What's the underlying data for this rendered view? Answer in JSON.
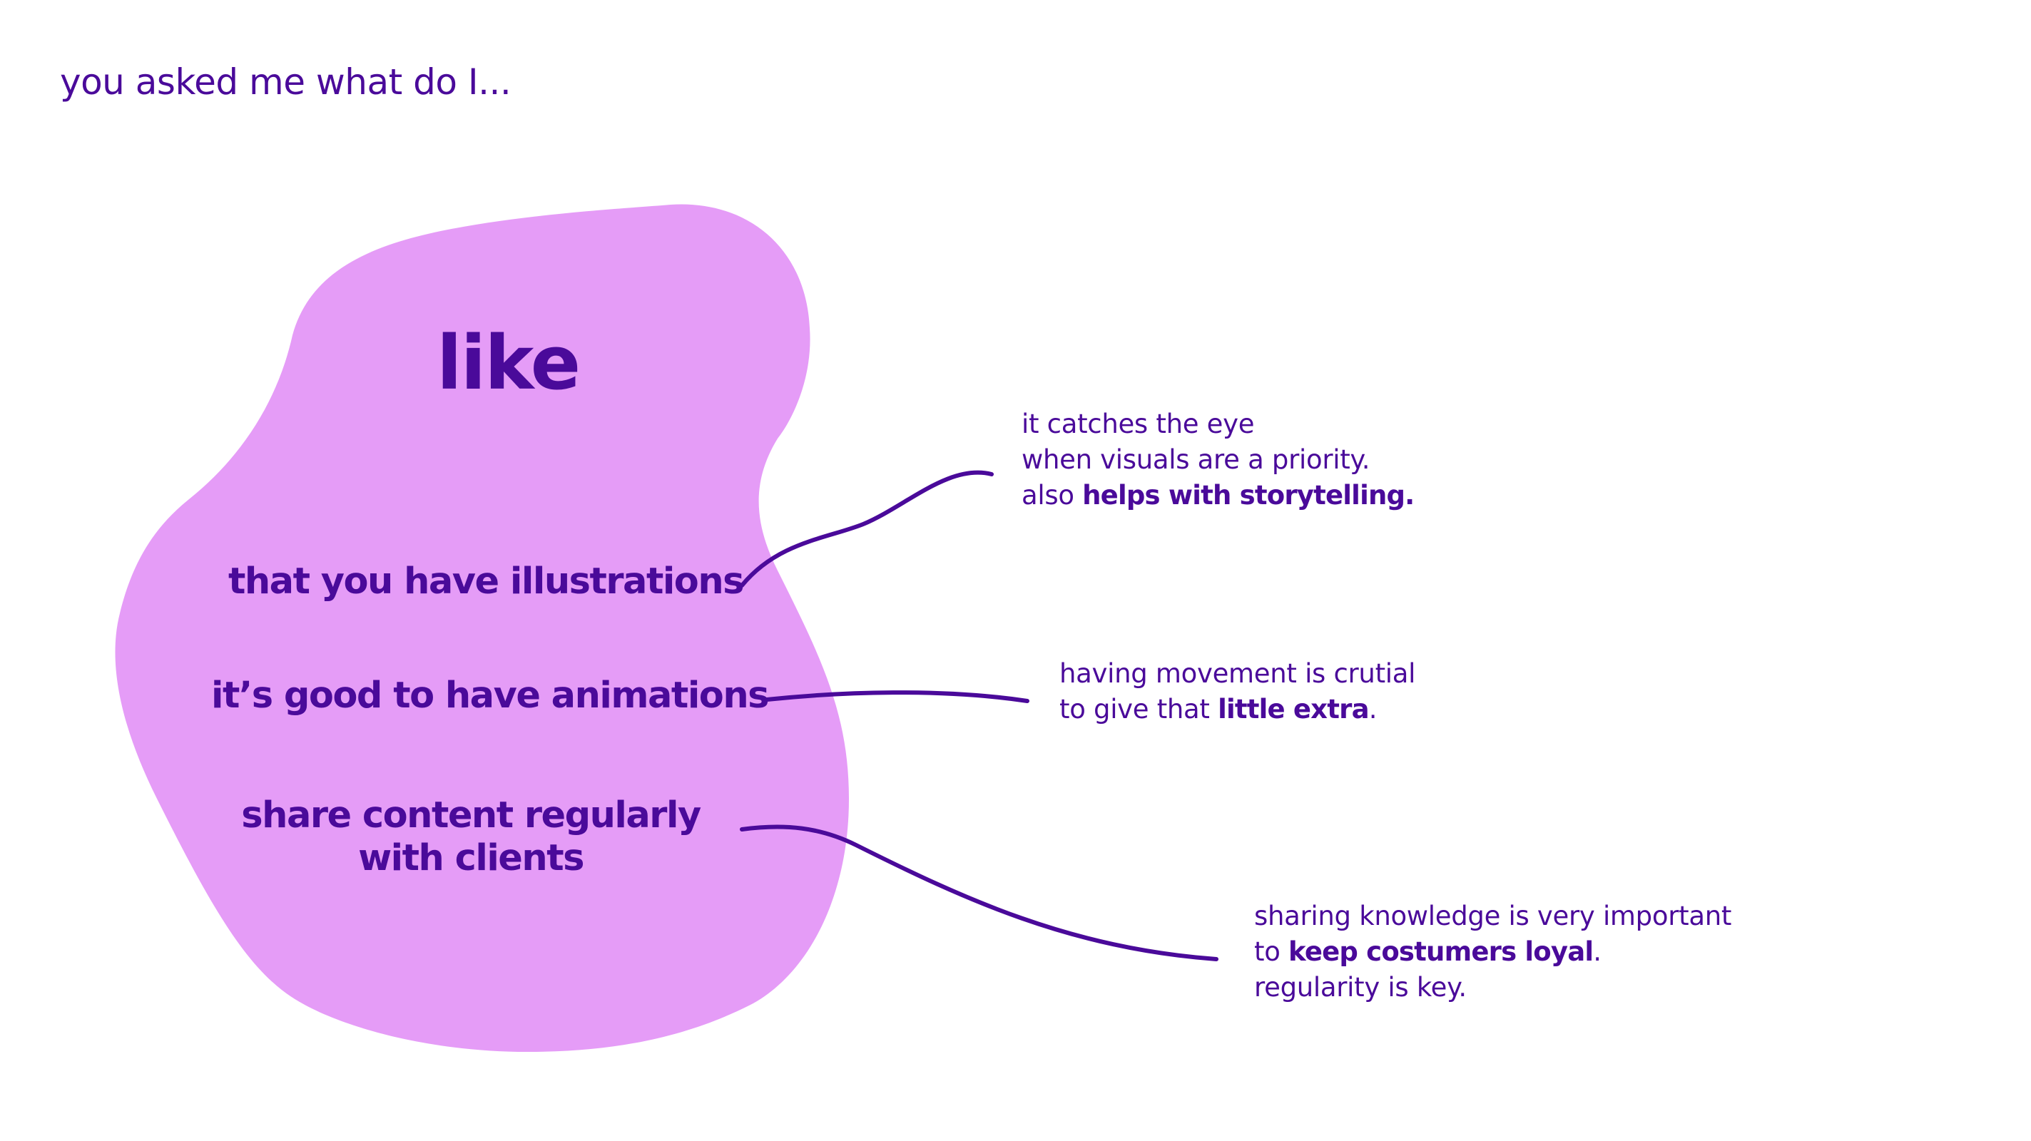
{
  "page": {
    "title": "you asked me what do I...",
    "blob_heading": "like"
  },
  "colors": {
    "text": "#4a0a9a",
    "blob": "#e59cf7",
    "connector": "#4a0a9a",
    "background": "#ffffff"
  },
  "points": [
    {
      "lines": [
        "that you have illustrations"
      ],
      "note": {
        "lines": [
          {
            "regular": "it catches the eye",
            "bold": "",
            "suffix": ""
          },
          {
            "regular": "when visuals are a priority.",
            "bold": "",
            "suffix": ""
          },
          {
            "regular": "also ",
            "bold": "helps with storytelling.",
            "suffix": ""
          }
        ]
      }
    },
    {
      "lines": [
        "it’s good to have animations"
      ],
      "note": {
        "lines": [
          {
            "regular": "having movement is crutial",
            "bold": "",
            "suffix": ""
          },
          {
            "regular": "to give that ",
            "bold": "little extra",
            "suffix": "."
          }
        ]
      }
    },
    {
      "lines": [
        "share content regularly",
        "with clients"
      ],
      "note": {
        "lines": [
          {
            "regular": "sharing knowledge is very important",
            "bold": "",
            "suffix": ""
          },
          {
            "regular": "to ",
            "bold": "keep costumers loyal",
            "suffix": "."
          },
          {
            "regular": "regularity is key.",
            "bold": "",
            "suffix": ""
          }
        ]
      }
    }
  ]
}
